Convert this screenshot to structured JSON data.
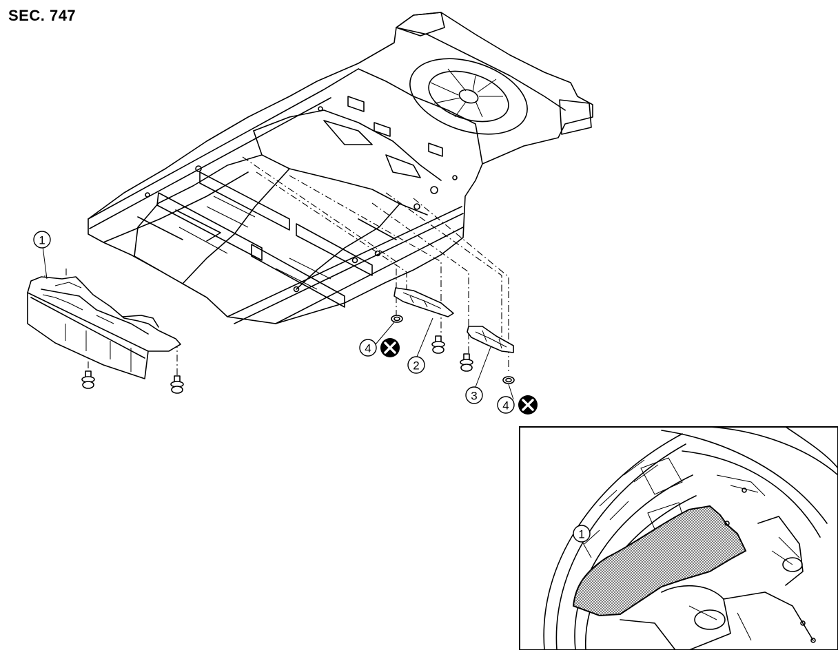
{
  "section_label": "SEC. 747",
  "callouts": {
    "c1": "1",
    "c2": "2",
    "c3": "3",
    "c4a": "4",
    "c4b": "4",
    "inset_c1": "1"
  },
  "symbols": {
    "do_not_reuse": "circled-x-icon"
  }
}
